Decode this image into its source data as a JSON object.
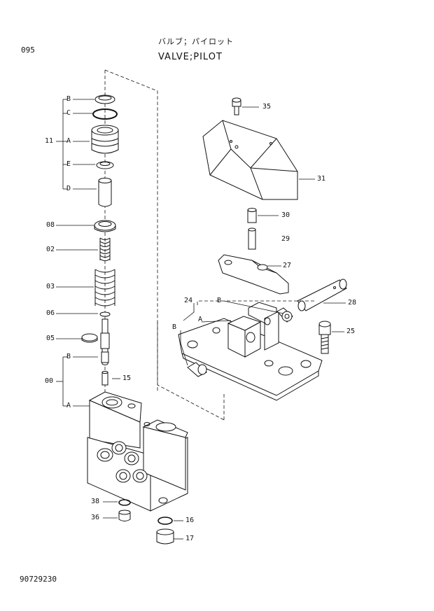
{
  "page": {
    "page_number": "095",
    "title_jp": "バルブ；パイロット",
    "title_en": "VALVE;PILOT",
    "drawing_number": "90729230"
  },
  "callouts": {
    "left": {
      "B_top": "B",
      "C": "C",
      "group_11": "11",
      "A_top": "A",
      "E": "E",
      "D": "D",
      "p08": "08",
      "p02": "02",
      "p03": "03",
      "p06": "06",
      "p05": "05",
      "B_mid": "B",
      "group_00": "00",
      "p15": "15",
      "A_mid": "A",
      "p38": "38",
      "p36": "36",
      "p16": "16",
      "p17": "17"
    },
    "right": {
      "p35": "35",
      "p31": "31",
      "p30": "30",
      "p29": "29",
      "p27": "27",
      "group_24": "24",
      "B_r1": "B",
      "A_r": "A",
      "B_r2": "B",
      "p28": "28",
      "p25": "25"
    }
  }
}
